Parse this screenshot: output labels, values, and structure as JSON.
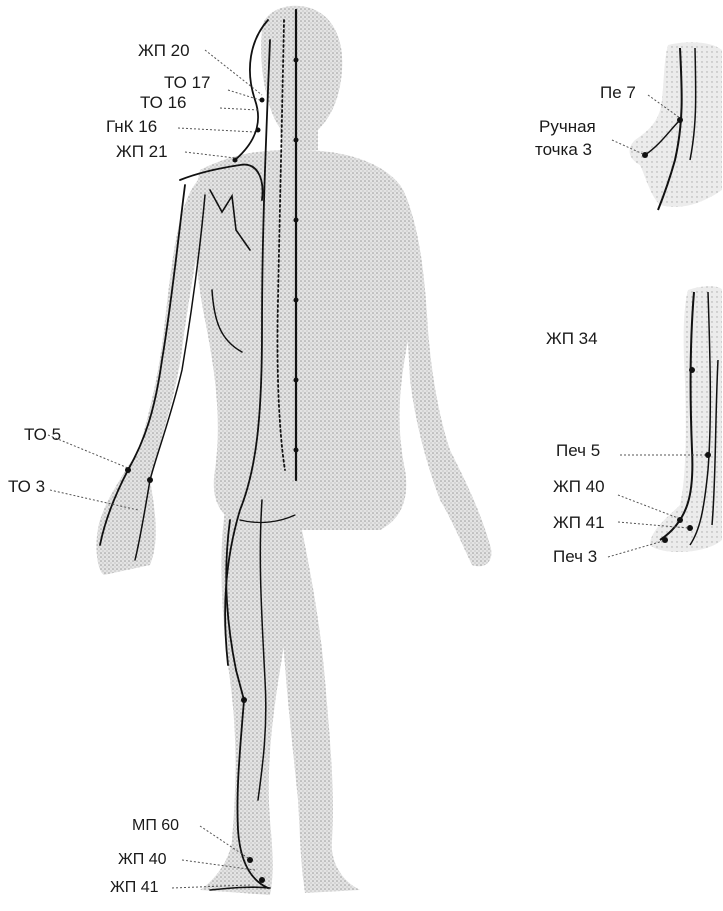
{
  "labels": {
    "zhp20_head": "ЖП 20",
    "to17": "ТО 17",
    "to16": "ТО 16",
    "gnk16": "ГнК 16",
    "zhp21": "ЖП 21",
    "to5": "ТО 5",
    "to3": "ТО 3",
    "mp60": "МП 60",
    "zhp40_foot": "ЖП 40",
    "zhp41_foot": "ЖП 41",
    "pe7": "Пе 7",
    "hand_point_line1": "Ручная",
    "hand_point_line2": "точка 3",
    "zhp34": "ЖП 34",
    "pech5": "Печ 5",
    "zhp40_leg": "ЖП 40",
    "zhp41_leg": "ЖП 41",
    "pech3": "Печ 3"
  },
  "colors": {
    "body_fill": "#d6d6d6",
    "meridian": "#111111",
    "leader": "#555555",
    "text": "#1a1a1a"
  }
}
